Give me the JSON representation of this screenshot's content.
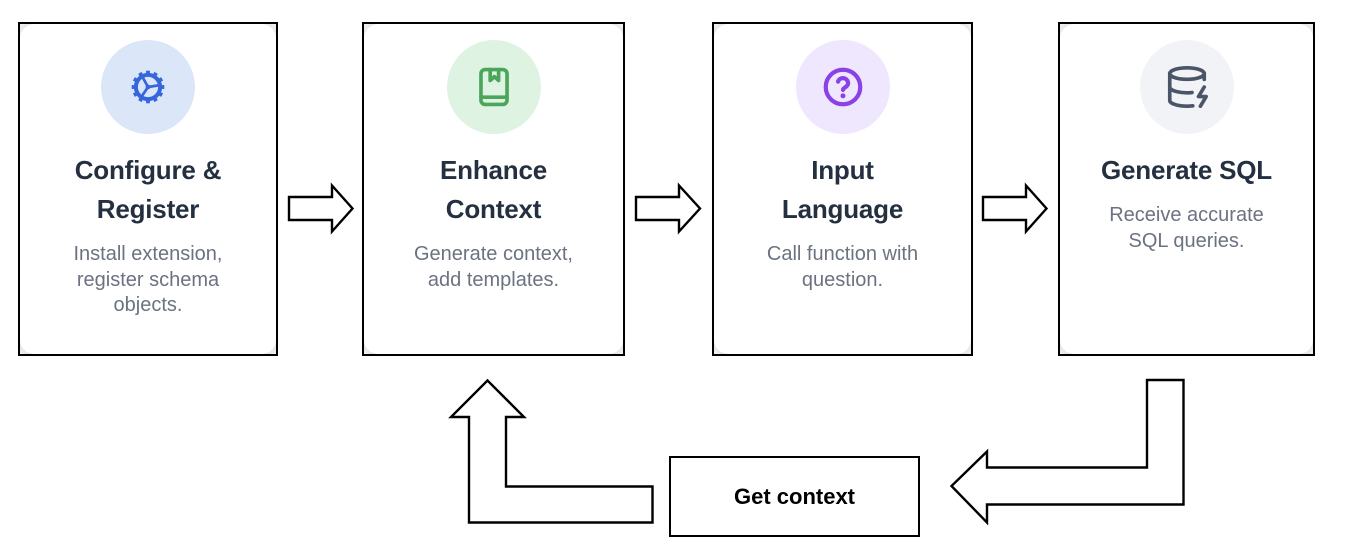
{
  "diagram": {
    "steps": [
      {
        "title": "Configure &\nRegister",
        "description": "Install extension,\nregister schema\nobjects.",
        "icon": "gear-icon",
        "icon_color": "#3666db",
        "icon_bg": "#dbe6f9"
      },
      {
        "title": "Enhance\nContext",
        "description": "Generate context,\nadd templates.",
        "icon": "book-bookmark-icon",
        "icon_color": "#4ba55a",
        "icon_bg": "#def3e1"
      },
      {
        "title": "Input\nLanguage",
        "description": "Call function with\nquestion.",
        "icon": "question-circle-icon",
        "icon_color": "#8a41e6",
        "icon_bg": "#efe7fd"
      },
      {
        "title": "Generate SQL",
        "description": "Receive accurate\nSQL queries.",
        "icon": "database-zap-icon",
        "icon_color": "#4a5568",
        "icon_bg": "#f2f3f6"
      }
    ],
    "loop_label": "Get context",
    "colors": {
      "card_border": "#000000",
      "card_bg": "#ffffff",
      "title_text": "#243040",
      "description_text": "#6b7280",
      "arrow_outline": "#000000",
      "arrow_fill": "#ffffff"
    }
  }
}
